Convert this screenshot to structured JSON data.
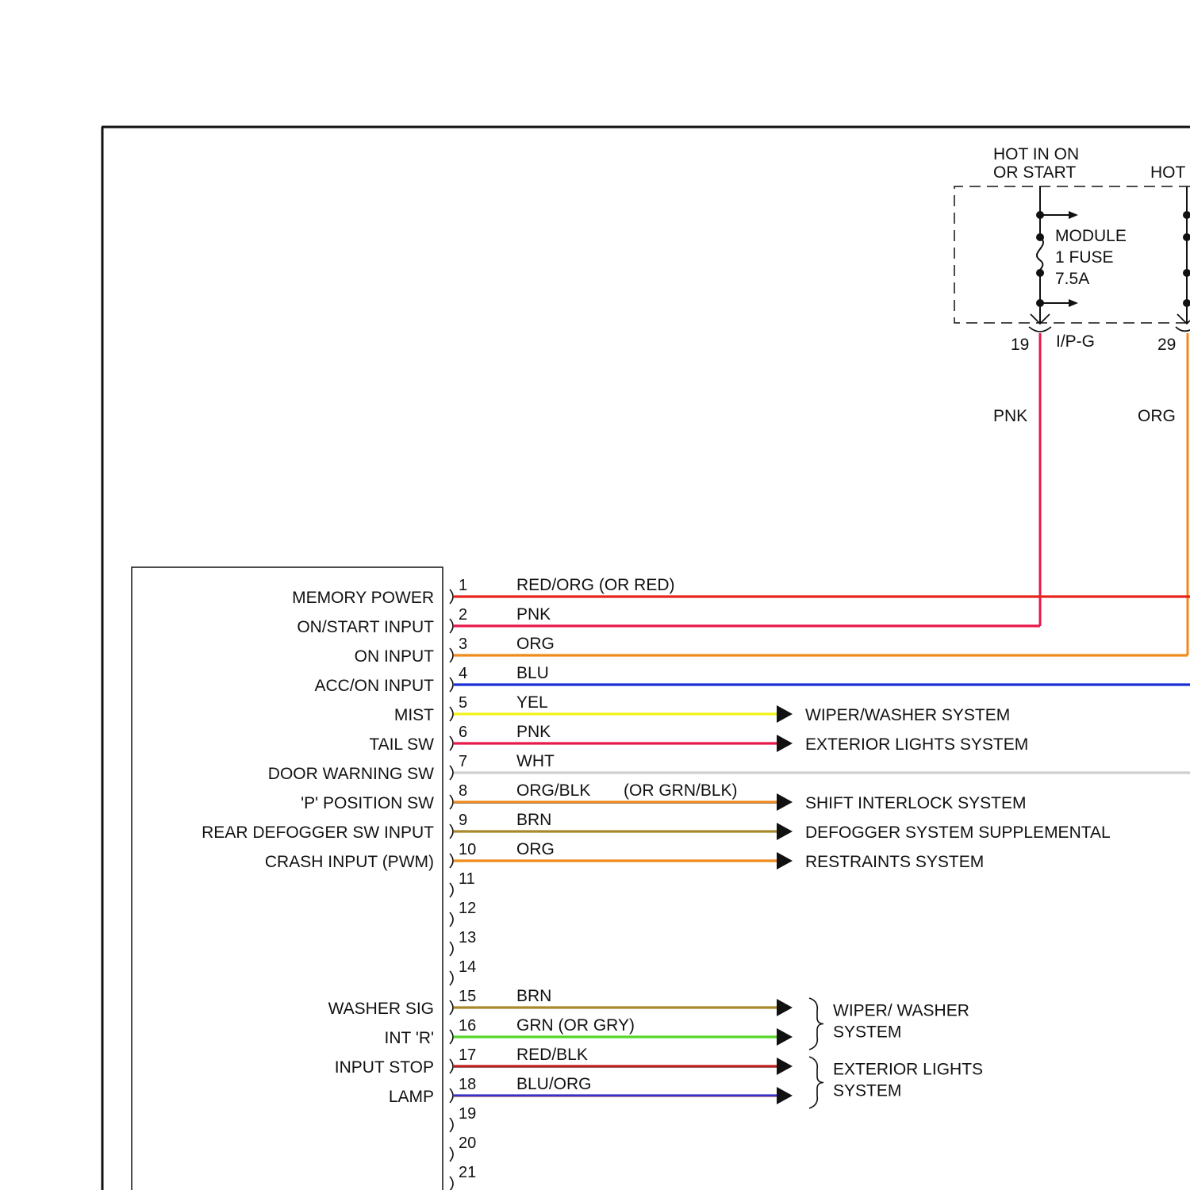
{
  "fuse_block": {
    "supply_left": [
      "HOT IN ON",
      "OR START"
    ],
    "supply_right": "HOT",
    "fuse_label": [
      "MODULE",
      "1 FUSE",
      "7.5A"
    ],
    "connector_name": "I/P-G",
    "pin_left": "19",
    "pin_right": "29"
  },
  "feed_wires": {
    "left_color_code": "PNK",
    "right_color_code": "ORG"
  },
  "pins": [
    {
      "num": "1",
      "signal": "MEMORY POWER",
      "wire": "RED/ORG (OR RED)",
      "alt": "",
      "dest": "",
      "color": "#e8231c",
      "wire_end": "edge"
    },
    {
      "num": "2",
      "signal": "ON/START INPUT",
      "wire": "PNK",
      "alt": "",
      "dest": "",
      "color": "#e8184a",
      "wire_end": "riser_left"
    },
    {
      "num": "3",
      "signal": "ON INPUT",
      "wire": "ORG",
      "alt": "",
      "dest": "",
      "color": "#f08a1c",
      "wire_end": "riser_right"
    },
    {
      "num": "4",
      "signal": "ACC/ON INPUT",
      "wire": "BLU",
      "alt": "",
      "dest": "",
      "color": "#1a2fd6",
      "wire_end": "edge"
    },
    {
      "num": "5",
      "signal": "MIST",
      "wire": "YEL",
      "alt": "",
      "dest": "WIPER/WASHER SYSTEM",
      "color": "#f2f21a",
      "wire_end": "arrow"
    },
    {
      "num": "6",
      "signal": "TAIL SW",
      "wire": "PNK",
      "alt": "",
      "dest": "EXTERIOR LIGHTS SYSTEM",
      "color": "#e8184a",
      "wire_end": "arrow"
    },
    {
      "num": "7",
      "signal": "DOOR WARNING SW",
      "wire": "WHT",
      "alt": "",
      "dest": "",
      "color": "#cfcfcf",
      "wire_end": "edge"
    },
    {
      "num": "8",
      "signal": "'P' POSITION SW",
      "wire": "ORG/BLK",
      "alt": "(OR GRN/BLK)",
      "dest": "SHIFT INTERLOCK SYSTEM",
      "color": "#f08a1c",
      "wire_end": "arrow",
      "stripe": "#333333"
    },
    {
      "num": "9",
      "signal": "REAR DEFOGGER SW INPUT",
      "wire": "BRN",
      "alt": "",
      "dest": "DEFOGGER SYSTEM SUPPLEMENTAL",
      "color": "#a8892a",
      "wire_end": "arrow"
    },
    {
      "num": "10",
      "signal": "CRASH INPUT (PWM)",
      "wire": "ORG",
      "alt": "",
      "dest": "RESTRAINTS SYSTEM",
      "color": "#f08a1c",
      "wire_end": "arrow"
    },
    {
      "num": "11",
      "signal": "",
      "wire": "",
      "alt": "",
      "dest": "",
      "color": "",
      "wire_end": "none"
    },
    {
      "num": "12",
      "signal": "",
      "wire": "",
      "alt": "",
      "dest": "",
      "color": "",
      "wire_end": "none"
    },
    {
      "num": "13",
      "signal": "",
      "wire": "",
      "alt": "",
      "dest": "",
      "color": "",
      "wire_end": "none"
    },
    {
      "num": "14",
      "signal": "",
      "wire": "",
      "alt": "",
      "dest": "",
      "color": "",
      "wire_end": "none"
    },
    {
      "num": "15",
      "signal": "WASHER SIG",
      "wire": "BRN",
      "alt": "",
      "dest": "",
      "color": "#a8892a",
      "wire_end": "arrow"
    },
    {
      "num": "16",
      "signal": "INT 'R'",
      "wire": "GRN (OR GRY)",
      "alt": "",
      "dest": "",
      "color": "#55d62a",
      "wire_end": "arrow"
    },
    {
      "num": "17",
      "signal": "INPUT STOP",
      "wire": "RED/BLK",
      "alt": "",
      "dest": "",
      "color": "#c41a1a",
      "wire_end": "arrow",
      "stripe": "#333333"
    },
    {
      "num": "18",
      "signal": "LAMP",
      "wire": "BLU/ORG",
      "alt": "",
      "dest": "",
      "color": "#3a2fc8",
      "wire_end": "arrow",
      "stripe": "#f08a1c"
    },
    {
      "num": "19",
      "signal": "",
      "wire": "",
      "alt": "",
      "dest": "",
      "color": "",
      "wire_end": "none"
    },
    {
      "num": "20",
      "signal": "",
      "wire": "",
      "alt": "",
      "dest": "",
      "color": "",
      "wire_end": "none"
    },
    {
      "num": "21",
      "signal": "",
      "wire": "",
      "alt": "",
      "dest": "",
      "color": "",
      "wire_end": "none"
    }
  ],
  "grouped_destinations": [
    {
      "lines": [
        "WIPER/ WASHER",
        "SYSTEM"
      ],
      "from_pin": "15",
      "to_pin": "16"
    },
    {
      "lines": [
        "EXTERIOR LIGHTS",
        "SYSTEM"
      ],
      "from_pin": "17",
      "to_pin": "18"
    }
  ]
}
